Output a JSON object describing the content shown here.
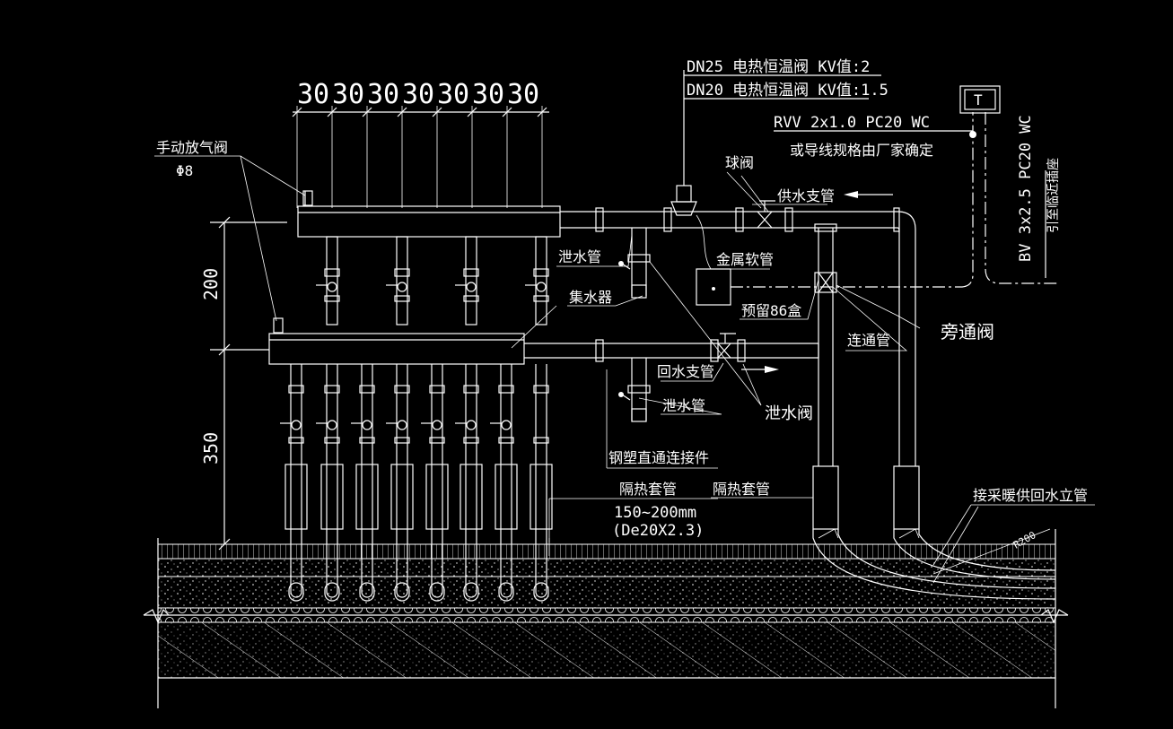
{
  "dimensions": {
    "spacing": [
      "30",
      "30",
      "30",
      "30",
      "30",
      "30",
      "30"
    ],
    "height_upper": "200",
    "height_lower": "350"
  },
  "labels": {
    "valve_dn25": "DN25 电热恒温阀 KV值:2",
    "valve_dn20": "DN20 电热恒温阀 KV值:1.5",
    "cable_rvv": "RVV 2x1.0 PC20 WC",
    "cable_note": "或导线规格由厂家确定",
    "thermostat": "T",
    "cable_bv": "BV 3x2.5 PC20 WC",
    "cable_bv_note": "引至临近插座",
    "manual_vent": "手动放气阀",
    "manual_vent_size": "Φ8",
    "ball_valve": "球阀",
    "supply_branch": "供水支管",
    "drain_pipe_upper": "泄水管",
    "metal_hose": "金属软管",
    "box_86": "预留86盒",
    "collector": "集水器",
    "connect_pipe": "连通管",
    "bypass_valve": "旁通阀",
    "return_branch": "回水支管",
    "drain_pipe_lower": "泄水管",
    "drain_valve": "泄水阀",
    "steel_plastic_joint": "钢塑直通连接件",
    "insulation_sleeve_left": "隔热套管",
    "sleeve_length": "150~200mm",
    "sleeve_spec": "(De20X2.3)",
    "insulation_sleeve_right": "隔热套管",
    "riser": "接采暖供回水立管",
    "bend_radius": "R200"
  }
}
